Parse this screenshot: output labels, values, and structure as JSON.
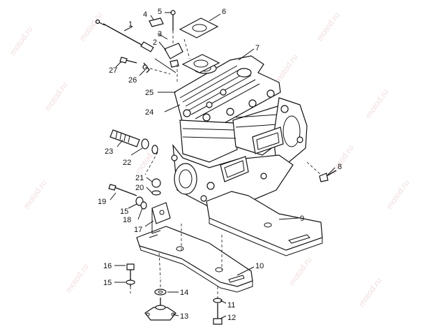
{
  "watermark": "motod.ru",
  "callouts": [
    {
      "id": "1",
      "label": "1"
    },
    {
      "id": "2",
      "label": "2"
    },
    {
      "id": "3",
      "label": "3"
    },
    {
      "id": "4",
      "label": "4"
    },
    {
      "id": "5",
      "label": "5"
    },
    {
      "id": "6",
      "label": "6"
    },
    {
      "id": "7",
      "label": "7"
    },
    {
      "id": "8",
      "label": "8"
    },
    {
      "id": "9",
      "label": "9"
    },
    {
      "id": "10",
      "label": "10"
    },
    {
      "id": "11",
      "label": "11"
    },
    {
      "id": "12",
      "label": "12"
    },
    {
      "id": "13",
      "label": "13"
    },
    {
      "id": "14",
      "label": "14"
    },
    {
      "id": "15a",
      "label": "15"
    },
    {
      "id": "15b",
      "label": "15"
    },
    {
      "id": "16",
      "label": "16"
    },
    {
      "id": "17",
      "label": "17"
    },
    {
      "id": "18",
      "label": "18"
    },
    {
      "id": "19",
      "label": "19"
    },
    {
      "id": "20",
      "label": "20"
    },
    {
      "id": "21",
      "label": "21"
    },
    {
      "id": "22",
      "label": "22"
    },
    {
      "id": "23",
      "label": "23"
    },
    {
      "id": "24",
      "label": "24"
    },
    {
      "id": "25",
      "label": "25"
    },
    {
      "id": "26",
      "label": "26"
    },
    {
      "id": "27",
      "label": "27"
    }
  ]
}
